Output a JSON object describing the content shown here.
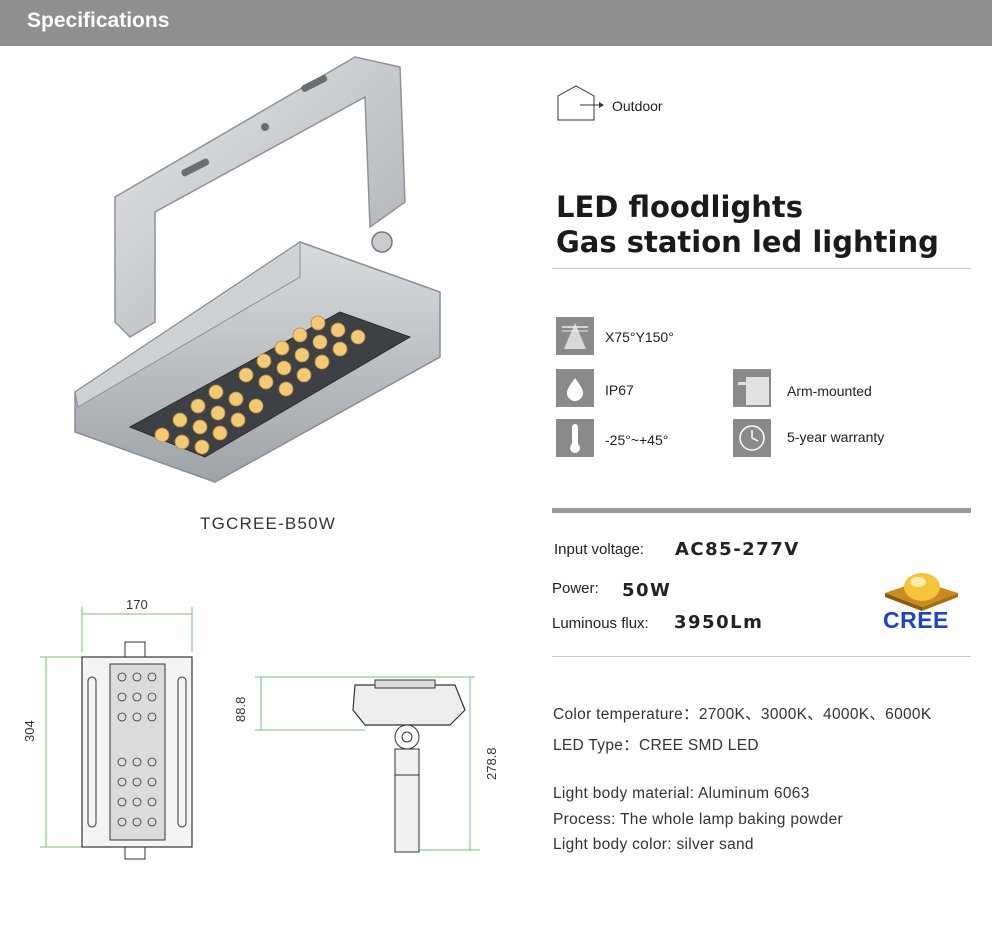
{
  "header": {
    "title": "Specifications"
  },
  "product": {
    "model": "TGCREE-B50W"
  },
  "application": {
    "label": "Outdoor",
    "icon": "house-arrow-icon"
  },
  "titles": {
    "line1": "LED floodlights",
    "line2": "Gas station led lighting"
  },
  "features": {
    "beam": {
      "label": "X75°Y150°",
      "icon": "beam-angle-icon"
    },
    "ip": {
      "label": "IP67",
      "icon": "water-drop-icon"
    },
    "mount": {
      "label": "Arm-mounted",
      "icon": "arm-mount-icon"
    },
    "temp": {
      "label": "-25°~+45°",
      "icon": "thermometer-icon"
    },
    "warranty": {
      "label": "5-year warranty",
      "icon": "clock-icon"
    }
  },
  "specs": {
    "voltage_label": "Input voltage:",
    "voltage_value": "AC85-277V",
    "power_label": "Power:",
    "power_value": "50W",
    "flux_label": "Luminous flux:",
    "flux_value": "3950Lm"
  },
  "brand": {
    "name": "CREE"
  },
  "details": {
    "color_temp": "Color temperature：2700K、3000K、4000K、6000K",
    "led_type": "LED Type：CREE SMD  LED",
    "material": "Light body material: Aluminum 6063",
    "process": "Process: The whole lamp baking powder",
    "color": "Light body color: silver sand"
  },
  "dimensions": {
    "width": "170",
    "height": "304",
    "side_top": "88.8",
    "side_total": "278.8"
  }
}
